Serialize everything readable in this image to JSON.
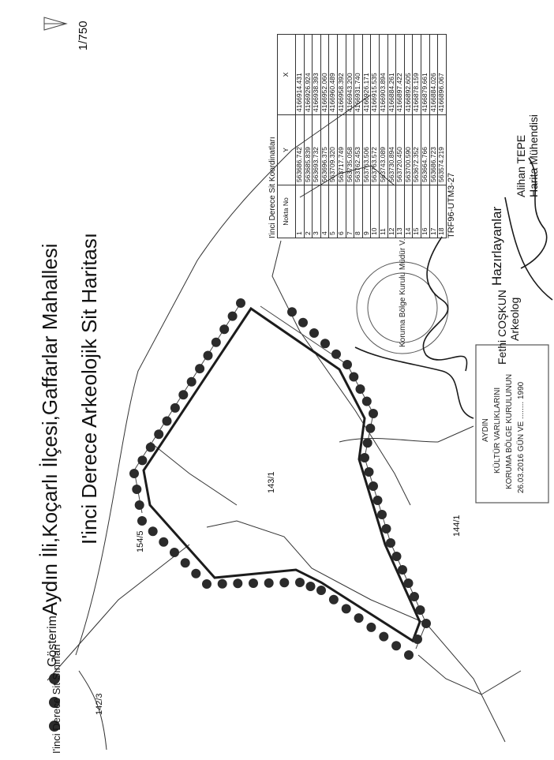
{
  "map": {
    "title_line1": "Aydın İli,Koçarlı İlçesi,Gaffarlar Mahallesi",
    "title_line2": "I'inci Derece Arkeolojik Sit Haritası",
    "scale": "1/750",
    "north_arrow": "north-arrow-icon",
    "parcels": [
      "154/5",
      "143/1",
      "144/1",
      "142/3"
    ],
    "colors": {
      "line": "#2a2a2a",
      "dot": "#2b2b2b",
      "paper": "#ffffff"
    }
  },
  "legend": {
    "heading": "Gösterim",
    "item": "I'inci Derece Sit Sınırları"
  },
  "coordinates": {
    "title": "I'inci Derece Sit Koordinatları",
    "headers": [
      "Nokta  No",
      "Y",
      "X"
    ],
    "rows": [
      [
        "1",
        "563686.742",
        "4166914.431"
      ],
      [
        "2",
        "563685.839",
        "4166926.924"
      ],
      [
        "3",
        "563693.732",
        "4166938.393"
      ],
      [
        "4",
        "563696.375",
        "4166952.060"
      ],
      [
        "5",
        "563709.320",
        "4166960.489"
      ],
      [
        "6",
        "563717.749",
        "4166958.392"
      ],
      [
        "7",
        "563735.058",
        "4166943.200"
      ],
      [
        "8",
        "563762.453",
        "4166931.740"
      ],
      [
        "9",
        "563763.506",
        "4166926.171"
      ],
      [
        "10",
        "563763.572",
        "4166915.535"
      ],
      [
        "11",
        "563743.089",
        "4166903.894"
      ],
      [
        "12",
        "563730.894",
        "4166884.261"
      ],
      [
        "13",
        "563720.450",
        "4166897.422"
      ],
      [
        "14",
        "563700.590",
        "4166892.605"
      ],
      [
        "15",
        "563672.352",
        "4166878.159"
      ],
      [
        "16",
        "563664.766",
        "4166879.661"
      ],
      [
        "17",
        "563686.723",
        "4166884.026"
      ],
      [
        "18",
        "563574.219",
        "4166896.067"
      ]
    ],
    "datum": "TRF96-UTM3-27"
  },
  "team": {
    "heading": "Hazırlayanlar",
    "person1_name": "Alihan TEPE",
    "person1_role": "Harita Mühendisi",
    "person2_name": "Fethi COŞKUN",
    "person2_role": "Arkeolog"
  },
  "stamps": {
    "round_seal_text": "Koruma Bölge Kurulu Müdür V.",
    "rect_stamp_line1": "AYDIN",
    "rect_stamp_line2": "KÜLTÜR VARLIKLARINI",
    "rect_stamp_line3": "KORUMA BÖLGE KURULUNUN",
    "rect_stamp_line4": "26.03.2016 GÜN VE ........ 1990"
  }
}
